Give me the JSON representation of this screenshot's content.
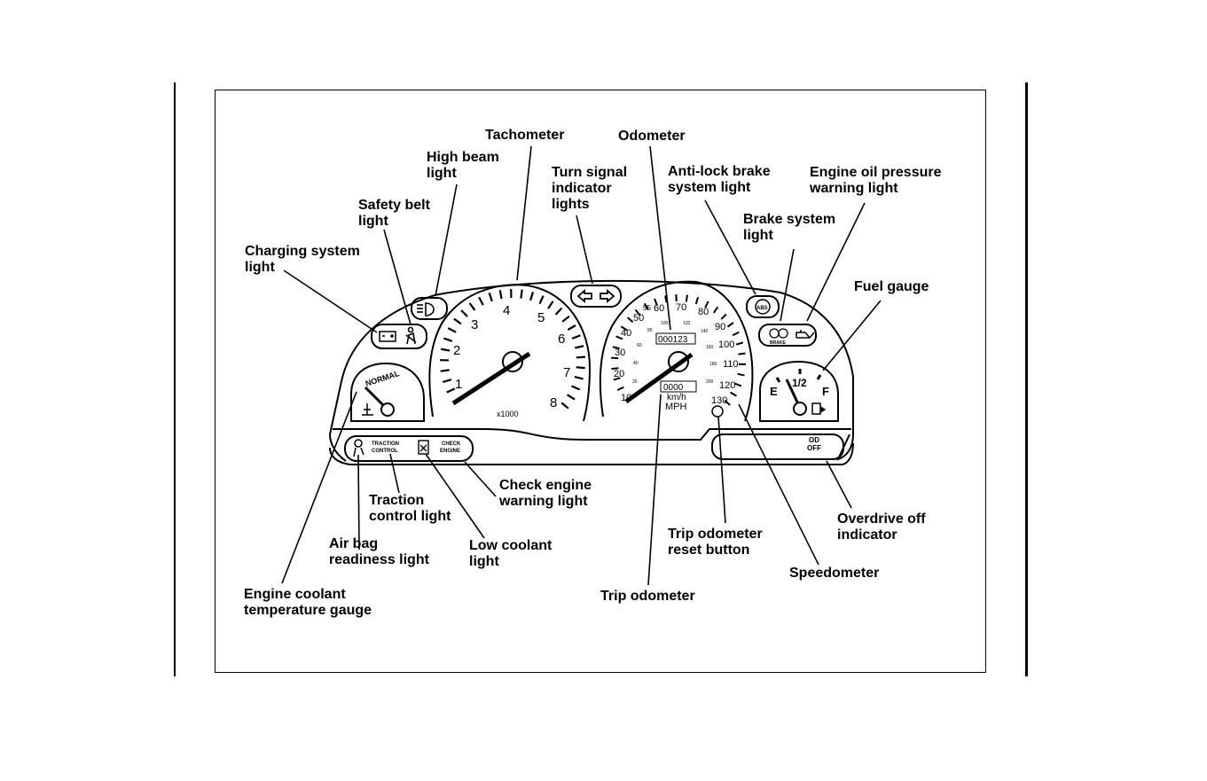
{
  "callouts": {
    "tachometer": [
      "Tachometer"
    ],
    "odometer": [
      "Odometer"
    ],
    "high_beam": [
      "High beam",
      "light"
    ],
    "turn_signal": [
      "Turn signal",
      "indicator",
      "lights"
    ],
    "abs": [
      "Anti-lock brake",
      "system light"
    ],
    "oil_pressure": [
      "Engine oil pressure",
      "warning light"
    ],
    "safety_belt": [
      "Safety belt",
      "light"
    ],
    "brake_system": [
      "Brake system",
      "light"
    ],
    "charging": [
      "Charging system",
      "light"
    ],
    "fuel_gauge": [
      "Fuel gauge"
    ],
    "check_engine": [
      "Check engine",
      "warning light"
    ],
    "traction": [
      "Traction",
      "control light"
    ],
    "overdrive": [
      "Overdrive off",
      "indicator"
    ],
    "air_bag": [
      "Air bag",
      "readiness light"
    ],
    "low_coolant": [
      "Low coolant",
      "light"
    ],
    "trip_reset": [
      "Trip odometer",
      "reset button"
    ],
    "speedometer": [
      "Speedometer"
    ],
    "coolant_temp": [
      "Engine coolant",
      "temperature gauge"
    ],
    "trip_odometer": [
      "Trip odometer"
    ]
  },
  "cluster": {
    "tach_numbers": [
      "1",
      "2",
      "3",
      "4",
      "5",
      "6",
      "7",
      "8"
    ],
    "tach_unit": "x1000",
    "mph_numbers": [
      "10",
      "20",
      "30",
      "40",
      "50",
      "55",
      "60",
      "70",
      "80",
      "90",
      "100",
      "110",
      "120",
      "130"
    ],
    "kmh_numbers": [
      "20",
      "40",
      "60",
      "80",
      "100",
      "120",
      "140",
      "160",
      "180",
      "200"
    ],
    "odometer_value": "000123",
    "trip_value": "0000",
    "unit_kmh": "km/h",
    "unit_mph": "MPH",
    "temp_normal": "NORMAL",
    "fuel_empty": "E",
    "fuel_half": "1/2",
    "fuel_full": "F",
    "abs_text": "ABS",
    "brake_text": "BRAKE",
    "traction_text_1": "TRACTION",
    "traction_text_2": "CONTROL",
    "check_text_1": "CHECK",
    "check_text_2": "ENGINE",
    "od_text_1": "OD",
    "od_text_2": "OFF"
  }
}
